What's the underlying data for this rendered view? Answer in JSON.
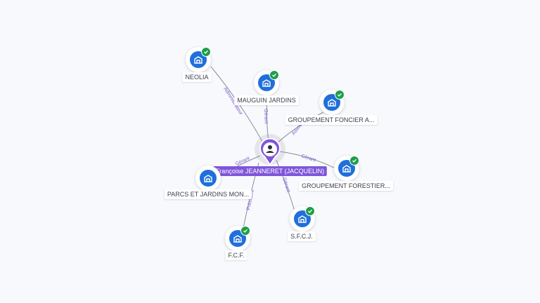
{
  "person": {
    "name": "Françoise JEANNERET (JACQUELIN)",
    "icon": "person-icon"
  },
  "companies": [
    {
      "id": "neolia",
      "label": "NEOLIA",
      "role": "Administrateur",
      "verified": true,
      "icon": "building-icon"
    },
    {
      "id": "mauguin",
      "label": "MAUGUIN JARDINS",
      "role": "Gérant",
      "verified": true,
      "icon": "building-icon"
    },
    {
      "id": "gf-foncier",
      "label": "GROUPEMENT FONCIER A...",
      "role": "Associé",
      "verified": true,
      "icon": "building-icon"
    },
    {
      "id": "gf-forestier",
      "label": "GROUPEMENT FORESTIER...",
      "role": "Gérant",
      "verified": true,
      "icon": "building-icon"
    },
    {
      "id": "sfcj",
      "label": "S.F.C.J.",
      "role": "Gérant",
      "verified": true,
      "icon": "building-icon"
    },
    {
      "id": "fcf",
      "label": "F.C.F.",
      "role": "Président",
      "verified": true,
      "icon": "building-icon"
    },
    {
      "id": "parcs",
      "label": "PARCS ET JARDINS MON...",
      "role": "Gérant",
      "verified": false,
      "icon": "building-icon"
    }
  ],
  "colors": {
    "accent": "#7f56d9",
    "node": "#1f6fdc",
    "verified": "#1e9e4a",
    "edge": "#8a8f9e"
  }
}
